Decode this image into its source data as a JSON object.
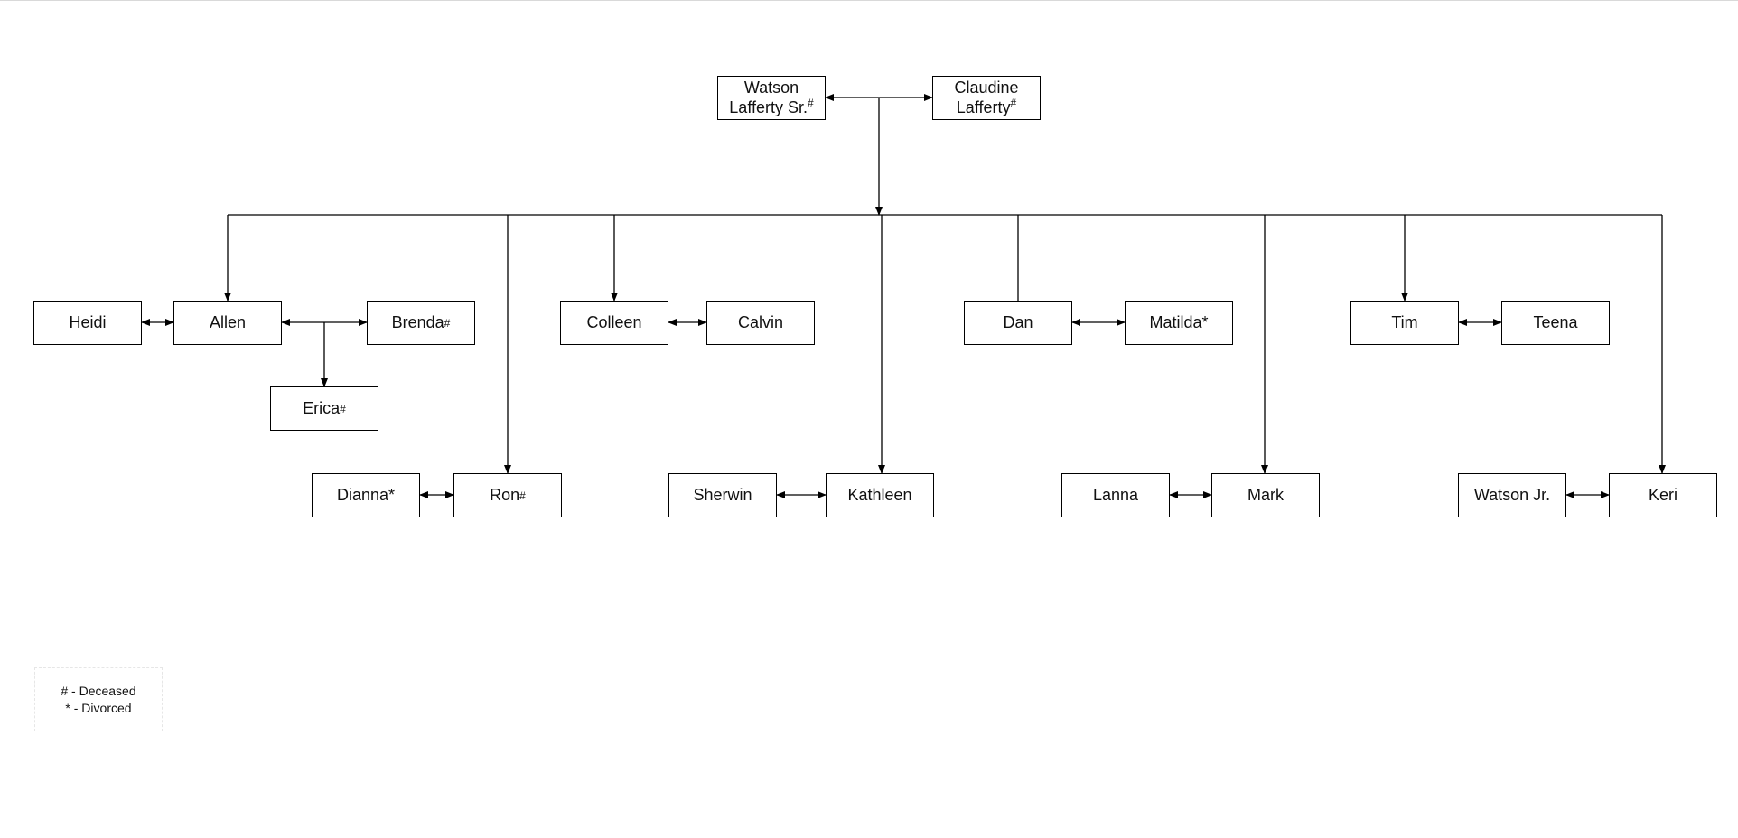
{
  "people": {
    "watson_sr": {
      "line1": "Watson",
      "line2": "Lafferty Sr.",
      "mark": "#"
    },
    "claudine": {
      "line1": "Claudine",
      "line2": "Lafferty",
      "mark": "#"
    },
    "heidi": {
      "name": "Heidi",
      "mark": ""
    },
    "allen": {
      "name": "Allen",
      "mark": ""
    },
    "brenda": {
      "name": "Brenda",
      "mark": "#"
    },
    "erica": {
      "name": "Erica",
      "mark": "#"
    },
    "colleen": {
      "name": "Colleen",
      "mark": ""
    },
    "calvin": {
      "name": "Calvin",
      "mark": ""
    },
    "dan": {
      "name": "Dan",
      "mark": ""
    },
    "matilda": {
      "name": "Matilda*",
      "mark": ""
    },
    "tim": {
      "name": "Tim",
      "mark": ""
    },
    "teena": {
      "name": "Teena",
      "mark": ""
    },
    "dianna": {
      "name": "Dianna*",
      "mark": ""
    },
    "ron": {
      "name": "Ron",
      "mark": "#"
    },
    "sherwin": {
      "name": "Sherwin",
      "mark": ""
    },
    "kathleen": {
      "name": "Kathleen",
      "mark": ""
    },
    "lanna": {
      "name": "Lanna",
      "mark": ""
    },
    "mark": {
      "name": "Mark",
      "mark": ""
    },
    "watson_jr": {
      "name": "Watson Jr.",
      "mark": ""
    },
    "keri": {
      "name": "Keri",
      "mark": ""
    }
  },
  "legend": {
    "deceased": "# - Deceased",
    "divorced": "* - Divorced"
  },
  "colors": {
    "line": "#000000",
    "box_border": "#000000",
    "background": "#ffffff"
  }
}
